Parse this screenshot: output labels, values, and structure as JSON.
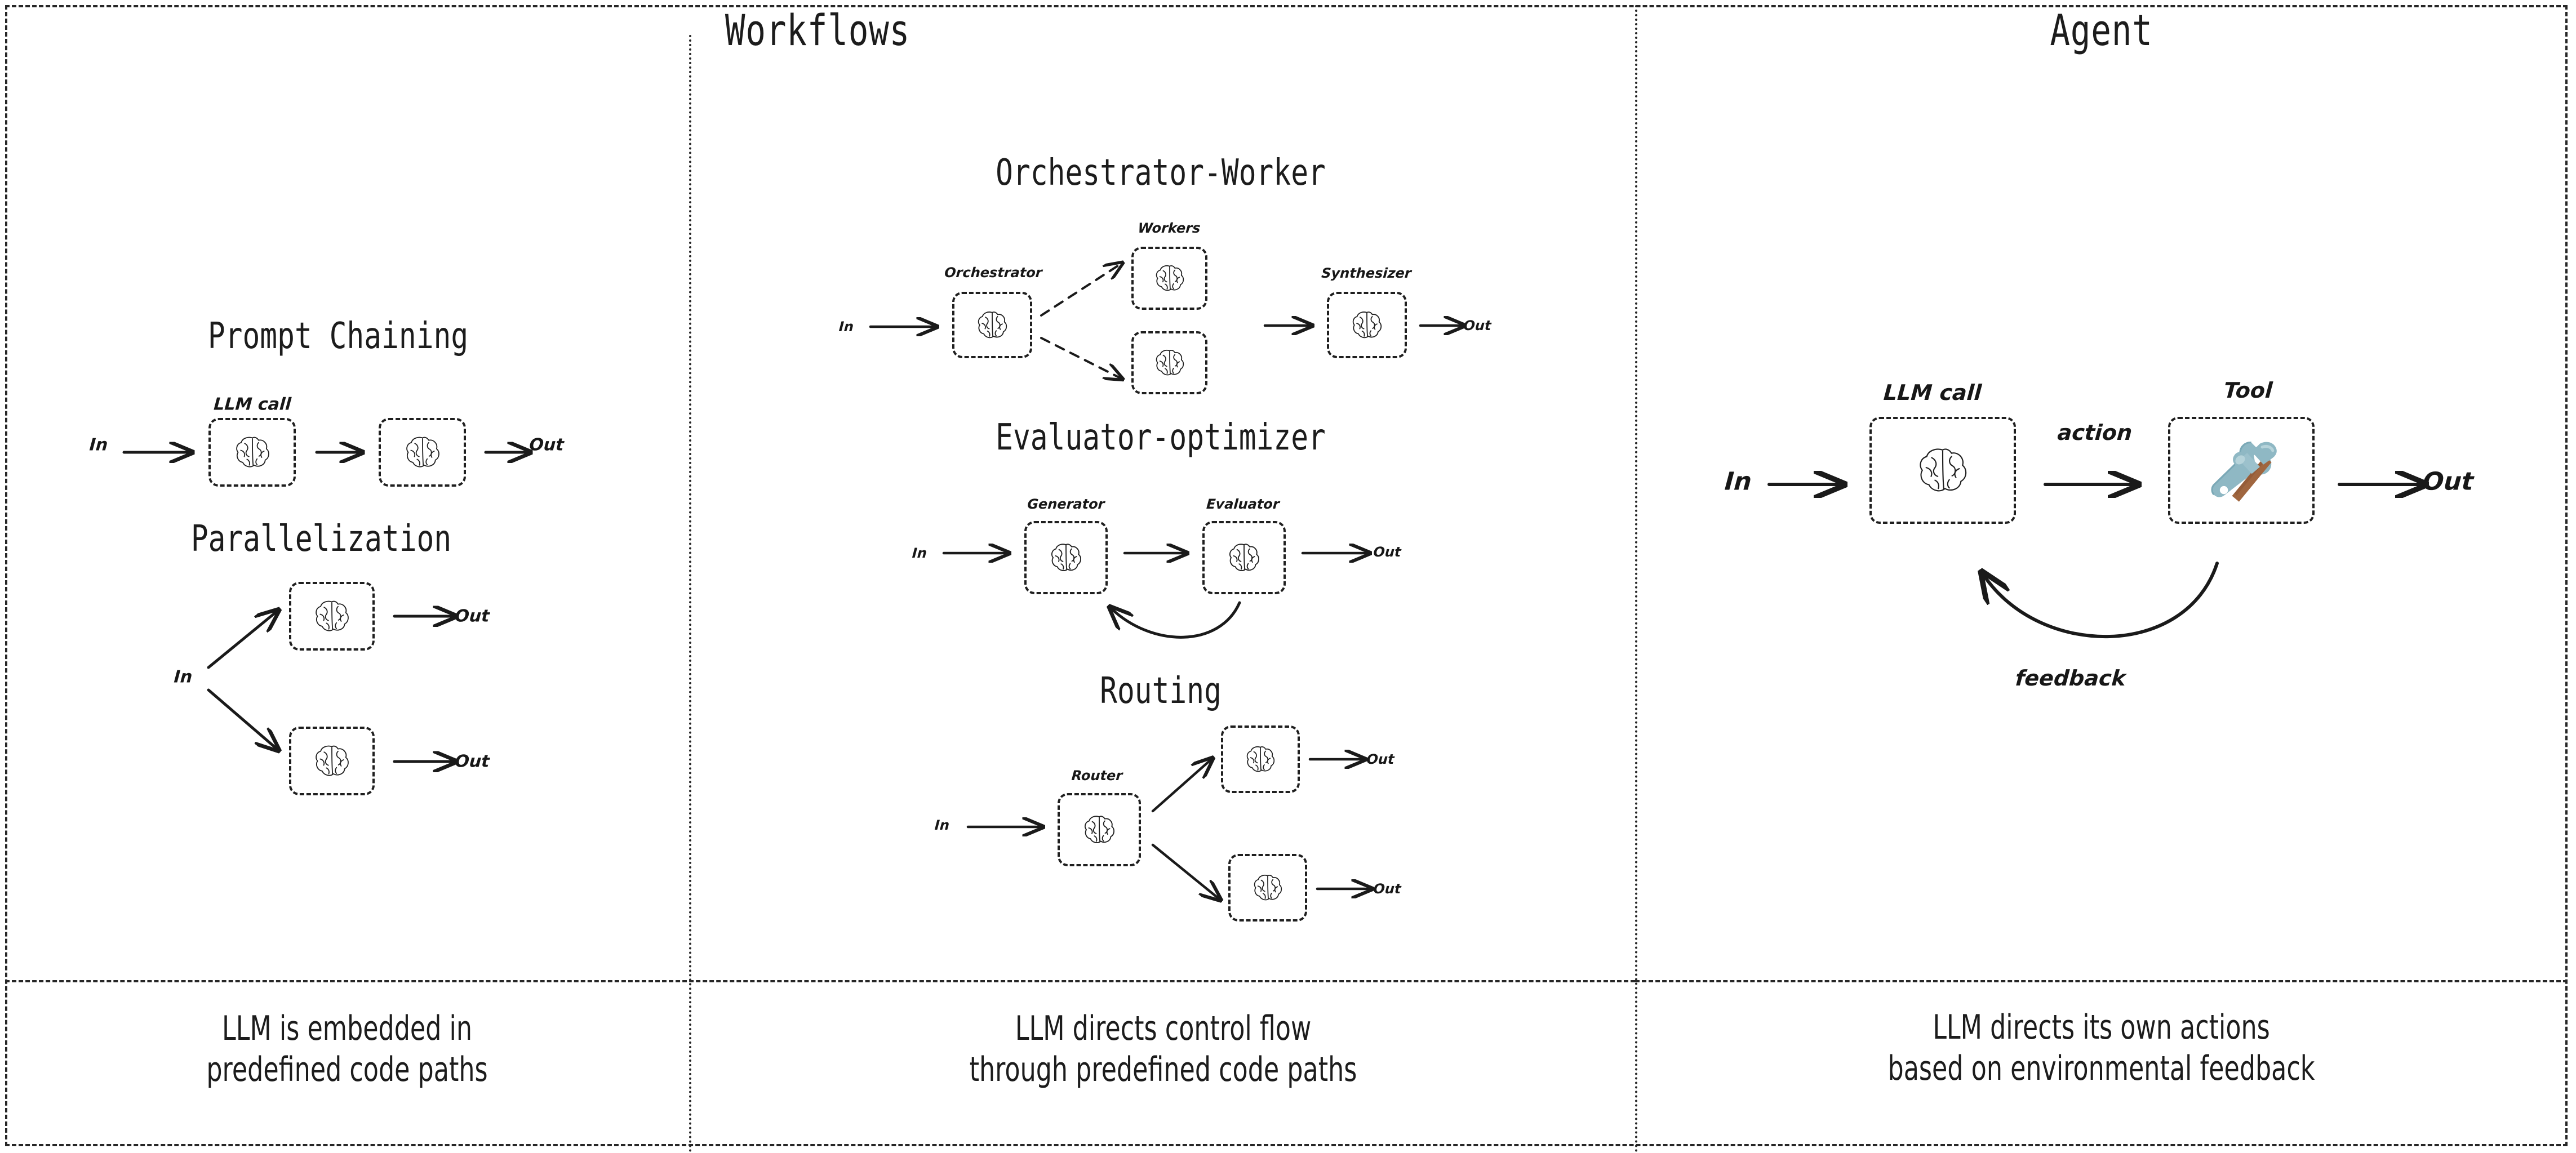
{
  "columns": {
    "workflows_header": "Workflows",
    "agent_header": "Agent"
  },
  "captions": {
    "workflows_left": "LLM is embedded in\npredefined code paths",
    "workflows_mid": "LLM directs control flow\nthrough predefined code paths",
    "agent": "LLM directs its own actions\nbased on environmental feedback"
  },
  "sections": {
    "prompt_chaining": {
      "title": "Prompt Chaining",
      "in": "In",
      "out": "Out",
      "node_label": "LLM call",
      "nodes": [
        "brain-icon",
        "brain-icon"
      ]
    },
    "parallelization": {
      "title": "Parallelization",
      "in": "In",
      "out_top": "Out",
      "out_bottom": "Out",
      "nodes": [
        "brain-icon",
        "brain-icon"
      ]
    },
    "orchestrator_worker": {
      "title": "Orchestrator-Worker",
      "in": "In",
      "out": "Out",
      "orchestrator_label": "Orchestrator",
      "workers_label": "Workers",
      "synthesizer_label": "Synthesizer",
      "nodes": [
        "brain-icon",
        "brain-icon",
        "brain-icon",
        "brain-icon"
      ]
    },
    "evaluator_optimizer": {
      "title": "Evaluator-optimizer",
      "in": "In",
      "out": "Out",
      "generator_label": "Generator",
      "evaluator_label": "Evaluator",
      "nodes": [
        "brain-icon",
        "brain-icon"
      ]
    },
    "routing": {
      "title": "Routing",
      "in": "In",
      "router_label": "Router",
      "out_top": "Out",
      "out_bottom": "Out",
      "nodes": [
        "brain-icon",
        "brain-icon",
        "brain-icon"
      ]
    },
    "agent": {
      "in": "In",
      "out": "Out",
      "llm_label": "LLM call",
      "tool_label": "Tool",
      "action_label": "action",
      "feedback_label": "feedback",
      "nodes": [
        "brain-icon",
        "hammer-and-wrench-icon"
      ]
    }
  },
  "colors": {
    "ink": "#1c1c1c",
    "border": "#1f1f1f",
    "background": "#ffffff",
    "tool_metal": "#8fb8c4",
    "tool_metal_dark": "#6d9ead",
    "tool_handle": "#a0663f"
  }
}
